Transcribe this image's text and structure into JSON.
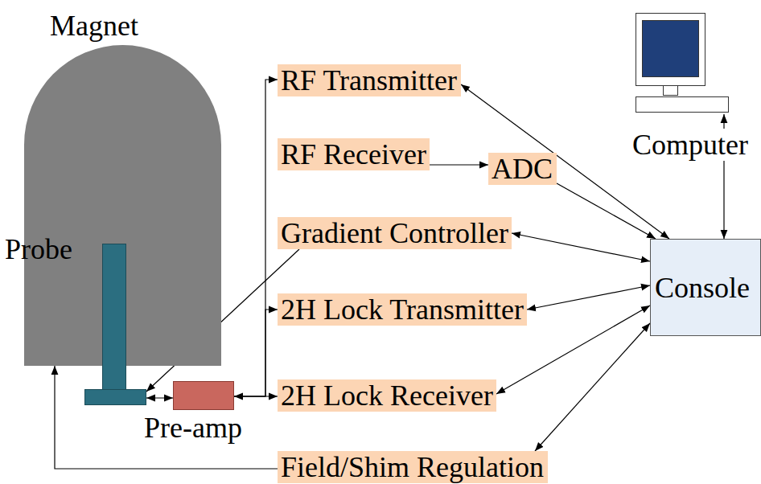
{
  "diagram": {
    "nodes": [
      {
        "text": [
          "Magnet"
        ]
      },
      {
        "text": [
          "Probe"
        ]
      },
      {
        "text": [
          "Pre-amp"
        ]
      },
      {
        "text": [
          "RF Transmitter"
        ]
      },
      {
        "text": [
          "RF Receiver"
        ]
      },
      {
        "text": [
          "ADC"
        ]
      },
      {
        "text": [
          "Gradient Controller"
        ]
      },
      {
        "text": [
          "2H Lock Transmitter"
        ]
      },
      {
        "text": [
          "2H Lock Receiver"
        ]
      },
      {
        "text": [
          "Field/Shim Regulation"
        ]
      },
      {
        "text": [
          "Console"
        ]
      },
      {
        "text": [
          "Computer"
        ]
      }
    ],
    "edges": [
      {
        "from": 4,
        "to": 5,
        "arrow": "to"
      },
      {
        "from": 5,
        "to": 10,
        "arrow": "to"
      },
      {
        "from": 3,
        "to": 10,
        "arrow": "both"
      },
      {
        "from": 11,
        "to": 10,
        "arrow": "both"
      },
      {
        "from": 6,
        "to": 10,
        "arrow": "both"
      },
      {
        "from": 6,
        "to": 1,
        "arrow": "to"
      },
      {
        "from": 7,
        "to": 10,
        "arrow": "both"
      },
      {
        "from": 8,
        "to": 10,
        "arrow": "both"
      },
      {
        "from": 9,
        "to": 10,
        "arrow": "both"
      },
      {
        "from": 1,
        "to": 2,
        "arrow": "both"
      },
      {
        "from": 2,
        "to": 8,
        "arrow": "both"
      },
      {
        "from": 2,
        "to": 3,
        "arrow": "to"
      },
      {
        "from": 2,
        "to": 7,
        "arrow": "to"
      },
      {
        "from": 9,
        "to": 0,
        "arrow": "to"
      }
    ]
  }
}
